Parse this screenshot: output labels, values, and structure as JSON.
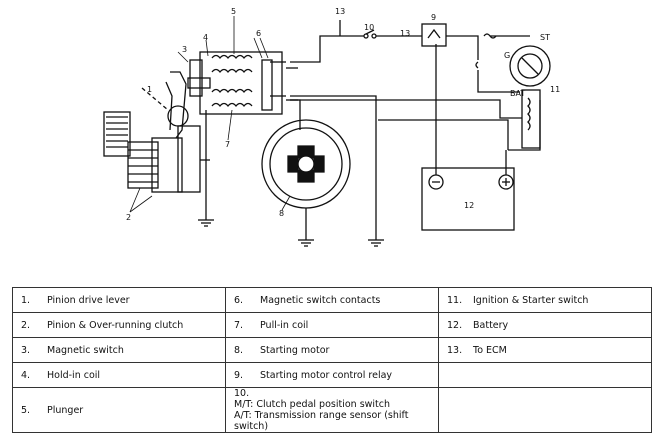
{
  "diagram": {
    "callouts": {
      "c1": "1",
      "c2": "2",
      "c3": "3",
      "c4": "4",
      "c5": "5",
      "c6": "6",
      "c7": "7",
      "c8": "8",
      "c9": "9",
      "c10": "10",
      "c11": "11",
      "c12": "12",
      "c13a": "13",
      "c13b": "13"
    },
    "terminals": {
      "st": "ST",
      "g": "G",
      "bat": "BAT"
    }
  },
  "legend": {
    "rows": [
      [
        {
          "num": "1.",
          "text": "Pinion drive lever"
        },
        {
          "num": "6.",
          "text": "Magnetic switch contacts"
        },
        {
          "num": "11.",
          "text": "Ignition & Starter switch"
        }
      ],
      [
        {
          "num": "2.",
          "text": "Pinion & Over-running clutch"
        },
        {
          "num": "7.",
          "text": "Pull-in coil"
        },
        {
          "num": "12.",
          "text": "Battery"
        }
      ],
      [
        {
          "num": "3.",
          "text": "Magnetic switch"
        },
        {
          "num": "8.",
          "text": "Starting motor"
        },
        {
          "num": "13.",
          "text": "To ECM"
        }
      ],
      [
        {
          "num": "4.",
          "text": "Hold-in coil"
        },
        {
          "num": "9.",
          "text": "Starting motor control relay"
        },
        {
          "num": "",
          "text": ""
        }
      ],
      [
        {
          "num": "5.",
          "text": "Plunger"
        },
        {
          "num": "10.",
          "text": "M/T: Clutch pedal position switch",
          "text2": "A/T: Transmission range sensor (shift switch)"
        },
        {
          "num": "",
          "text": ""
        }
      ]
    ]
  }
}
